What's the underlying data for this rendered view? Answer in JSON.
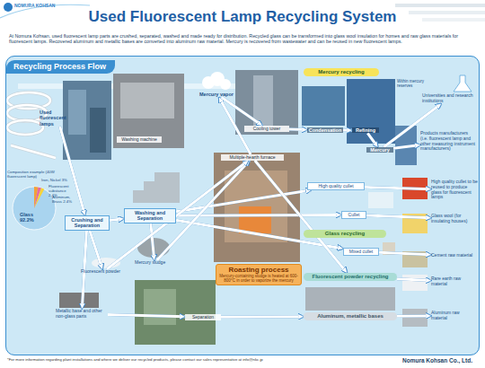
{
  "diagram": {
    "title": "Used Fluorescent Lamp Recycling System",
    "nodes": [
      {
        "text": [
          "Recycling Process Flow"
        ]
      },
      {
        "text": [
          "Used fluorescent lamps"
        ],
        "in": 0
      },
      {
        "text": [
          "Crushing and Separation"
        ],
        "in": 0
      },
      {
        "text": [
          "Washing machine"
        ],
        "in": 0
      },
      {
        "text": [
          "Washing and Separation"
        ],
        "in": 0
      },
      {
        "text": [
          "Mercury sludge"
        ],
        "in": 0
      },
      {
        "text": [
          "Fluorescent powder"
        ],
        "in": 0
      },
      {
        "text": [
          "Metallic base and other non-glass parts"
        ],
        "in": 0
      },
      {
        "text": [
          "Separation"
        ],
        "in": 0
      },
      {
        "text": [
          "Mercury vapor"
        ],
        "in": 0
      },
      {
        "text": [
          "Cooling tower"
        ],
        "in": 0
      },
      {
        "text": [
          "Multiple-hearth furnace"
        ],
        "in": 0
      },
      {
        "text": [
          "Roasting process",
          "Mercury-containing sludge is heated at 600-800°C in order to vaporize the mercury"
        ],
        "in": 0
      },
      {
        "text": [
          "Mercury recycling"
        ],
        "in": 0
      },
      {
        "text": [
          "Condensation"
        ],
        "in": 0
      },
      {
        "text": [
          "Refining"
        ],
        "in": 0
      },
      {
        "text": [
          "Mercury"
        ],
        "in": 0
      },
      {
        "text": [
          "Universities and research institutions"
        ],
        "in": 0
      },
      {
        "text": [
          "Products manufacturers (i.e. fluorescent lamp and other measuring instrument manufacturers)"
        ],
        "in": 0
      },
      {
        "text": [
          "High quality cullet"
        ],
        "in": 0
      },
      {
        "text": [
          "Cullet"
        ],
        "in": 0
      },
      {
        "text": [
          "Mixed cullet"
        ],
        "in": 0
      },
      {
        "text": [
          "Glass recycling"
        ],
        "in": 0
      },
      {
        "text": [
          "High quality cullet to be reused to produce glass for fluorescent lamps"
        ],
        "in": 0
      },
      {
        "text": [
          "Glass wool (for insulating houses)"
        ],
        "in": 0
      },
      {
        "text": [
          "Cement raw material"
        ],
        "in": 0
      },
      {
        "text": [
          "Fluorescent powder recycling"
        ],
        "in": 0
      },
      {
        "text": [
          "Rare earth raw material"
        ],
        "in": 0
      },
      {
        "text": [
          "Aluminum, metallic bases"
        ],
        "in": 0
      },
      {
        "text": [
          "Aluminum raw material"
        ],
        "in": 0
      }
    ],
    "edges": [
      {
        "from": 1,
        "to": 2,
        "arrow": "to"
      },
      {
        "from": 2,
        "to": 4,
        "arrow": "to"
      },
      {
        "from": 2,
        "to": 6,
        "arrow": "to"
      },
      {
        "from": 2,
        "to": 7,
        "arrow": "to"
      },
      {
        "from": 4,
        "to": 5,
        "arrow": "to"
      },
      {
        "from": 4,
        "to": 19,
        "arrow": "to"
      },
      {
        "from": 4,
        "to": 20,
        "arrow": "to"
      },
      {
        "from": 4,
        "to": 21,
        "arrow": "to"
      },
      {
        "from": 5,
        "to": 11,
        "arrow": "to"
      },
      {
        "from": 6,
        "to": 11,
        "arrow": "to"
      },
      {
        "from": 7,
        "to": 8,
        "arrow": "to"
      },
      {
        "from": 11,
        "to": 9,
        "arrow": "to"
      },
      {
        "from": 9,
        "to": 10,
        "arrow": "to"
      },
      {
        "from": 10,
        "to": 14,
        "arrow": "to"
      },
      {
        "from": 14,
        "to": 15,
        "arrow": "to"
      },
      {
        "from": 15,
        "to": 16,
        "arrow": "to"
      },
      {
        "from": 16,
        "to": 17,
        "arrow": "to"
      },
      {
        "from": 16,
        "to": 18,
        "arrow": "to"
      },
      {
        "from": 11,
        "to": 26,
        "arrow": "to"
      },
      {
        "from": 26,
        "to": 27,
        "arrow": "to"
      },
      {
        "from": 8,
        "to": 28,
        "arrow": "to"
      },
      {
        "from": 28,
        "to": 29,
        "arrow": "to"
      },
      {
        "from": 19,
        "to": 23,
        "arrow": "to"
      },
      {
        "from": 20,
        "to": 24,
        "arrow": "to"
      },
      {
        "from": 21,
        "to": 25,
        "arrow": "to"
      }
    ],
    "labels": [
      "NOMURA KOHSAN",
      "At Nomura Kohsan, used fluorescent lamp parts are crushed, separated, washed and made ready for distribution. Recycled glass can be transformed into glass wool insulation for homes and raw glass materials for fluorescent lamps. Recovered aluminum and metallic bases are converted into aluminum raw material. Mercury is recovered from wastewater and can be reused in new fluorescent lamps.",
      "Composition example (40W fluorescent lamp)",
      "Iron, Nickel 3%",
      "Fluorescent substance 2.4%",
      "Aluminum, Brass 2.4%",
      "Glass 92.2%",
      "Within mercury reserves",
      "*For more information regarding plant installations and where we deliver our recycled products, please contact our sales representative at info@nkc.jp",
      "Nomura Kohsan Co., Ltd."
    ]
  }
}
